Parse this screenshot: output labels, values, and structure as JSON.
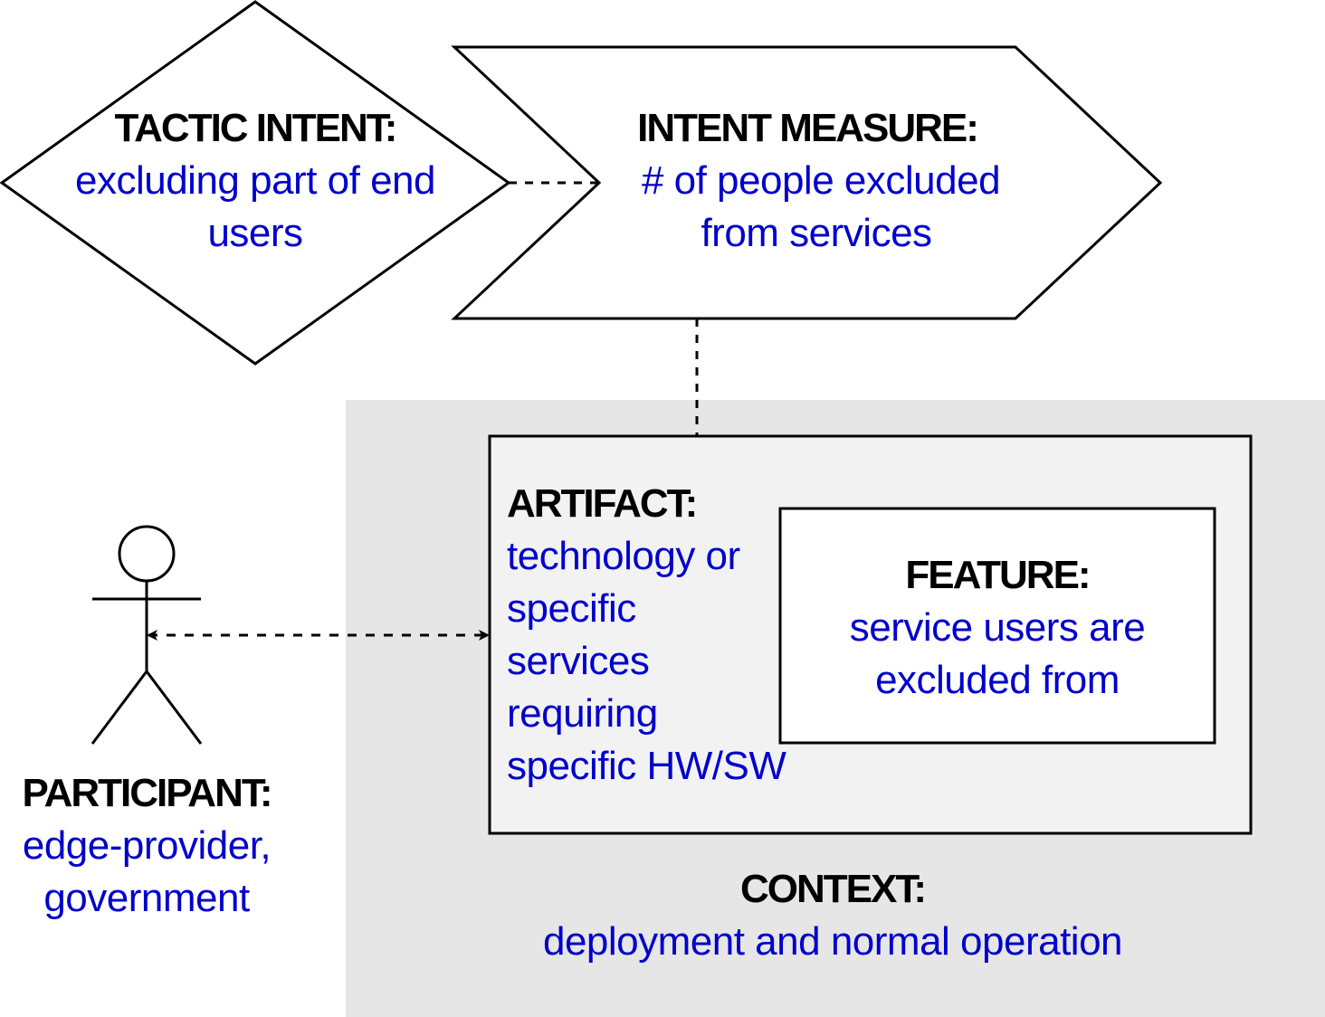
{
  "colors": {
    "heading": "#000000",
    "body": "#0000cc",
    "context_bg": "#e6e6e6",
    "artifact_bg": "#f2f2f2",
    "feature_bg": "#ffffff",
    "stroke": "#000000"
  },
  "tactic_intent": {
    "heading": "TACTIC INTENT:",
    "line1": "excluding part of end",
    "line2": "users"
  },
  "intent_measure": {
    "heading": "INTENT MEASURE:",
    "line1": "# of people excluded",
    "line2": "from services"
  },
  "artifact": {
    "heading": "ARTIFACT:",
    "lines": [
      "technology or",
      "specific",
      "services",
      "requiring",
      "specific HW/SW"
    ]
  },
  "feature": {
    "heading": "FEATURE:",
    "line1": "service users are",
    "line2": "excluded from"
  },
  "participant": {
    "heading": "PARTICIPANT:",
    "line1": "edge-provider,",
    "line2": "government"
  },
  "context": {
    "heading": "CONTEXT:",
    "line1": "deployment and normal operation"
  }
}
